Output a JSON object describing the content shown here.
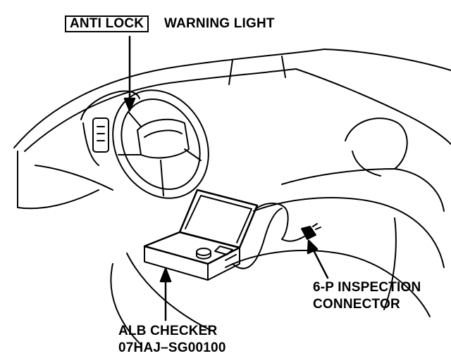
{
  "labels": {
    "anti_lock": "ANTI LOCK",
    "warning_light": "WARNING LIGHT",
    "inspection_line1": "6-P INSPECTION",
    "inspection_line2": "CONNECTOR",
    "checker_line1": "ALB CHECKER",
    "checker_line2": "07HAJ–SG00100"
  },
  "colors": {
    "ink": "#000000",
    "paper": "#ffffff"
  }
}
